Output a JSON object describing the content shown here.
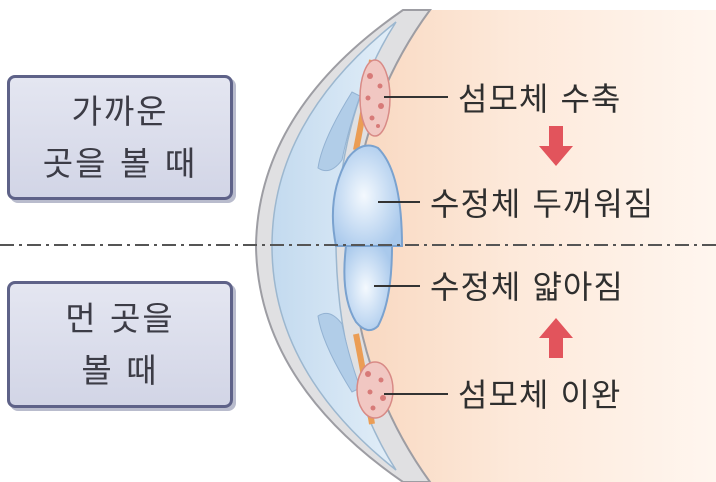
{
  "boxes": {
    "near": {
      "line1": "가까운",
      "line2": "곳을 볼 때"
    },
    "far": {
      "line1": "먼 곳을",
      "line2": "볼 때"
    }
  },
  "labels": {
    "ciliary_contract": "섬모체 수축",
    "lens_thicken": "수정체 두꺼워짐",
    "lens_thin": "수정체 얇아짐",
    "ciliary_relax": "섬모체 이완"
  },
  "colors": {
    "box_border": "#5e6288",
    "box_fill": "#d8dbea",
    "arrow": "#e2545c",
    "cornea_fill": "#cfe3f3",
    "lens_fill": "#bcd6f2",
    "eye_interior": "#fbe4d2",
    "ciliary_body": "#e9a5a0"
  },
  "icons": {
    "arrow_down": "down-arrow-icon",
    "arrow_up": "up-arrow-icon"
  }
}
